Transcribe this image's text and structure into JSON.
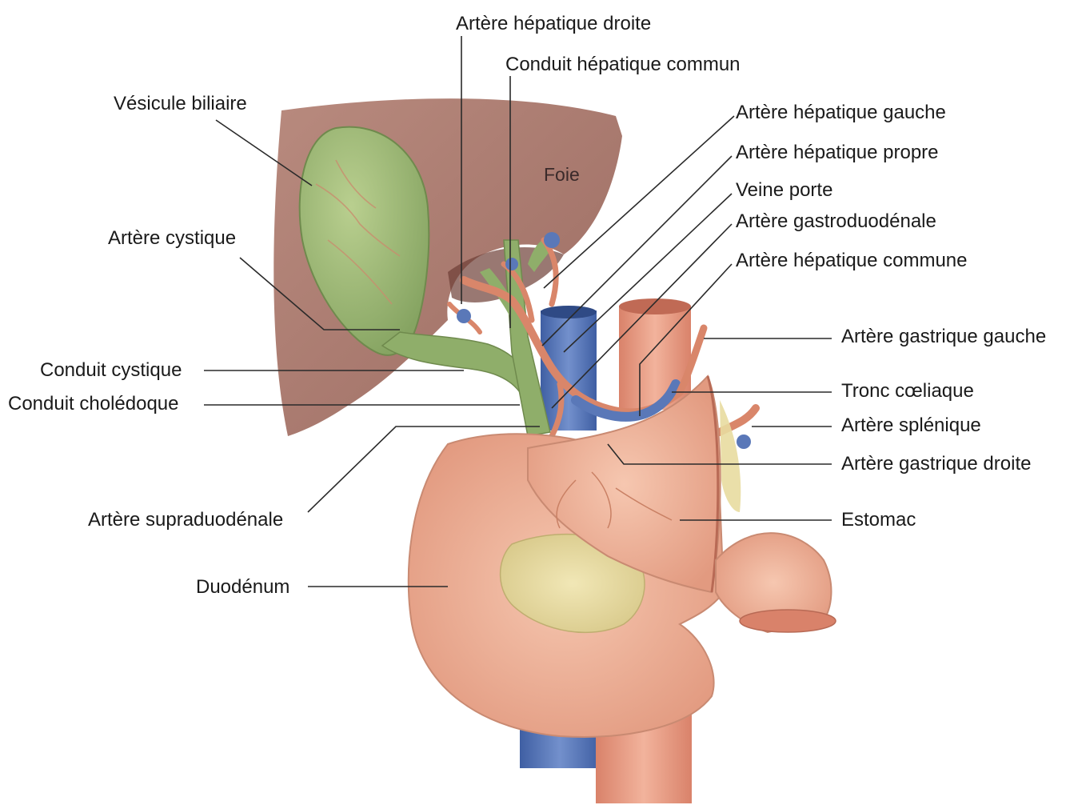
{
  "labels": {
    "artere_hepatique_droite": "Artère hépatique droite",
    "conduit_hepatique_commun": "Conduit hépatique commun",
    "vesicule_biliaire": "Vésicule biliaire",
    "artere_hepatique_gauche": "Artère hépatique gauche",
    "artere_hepatique_propre": "Artère hépatique propre",
    "foie": "Foie",
    "veine_porte": "Veine porte",
    "artere_cystique": "Artère cystique",
    "artere_gastroduodenale": "Artère gastroduodénale",
    "artere_hepatique_commune": "Artère hépatique commune",
    "artere_gastrique_gauche": "Artère gastrique gauche",
    "conduit_cystique": "Conduit cystique",
    "tronc_coeliaque": "Tronc cœliaque",
    "conduit_choledoque": "Conduit cholédoque",
    "artere_splenique": "Artère splénique",
    "artere_gastrique_droite": "Artère gastrique droite",
    "artere_supraduodenale": "Artère supraduodénale",
    "estomac": "Estomac",
    "duodenum": "Duodénum"
  },
  "colors": {
    "liver": "#a87a6e",
    "gallbladder": "#9db574",
    "duct": "#8fae6a",
    "artery": "#d9866a",
    "vein": "#5a78b8",
    "duodenum": "#f0b49a",
    "pancreas": "#e8dca0",
    "leader_line": "#2a2a2a"
  }
}
